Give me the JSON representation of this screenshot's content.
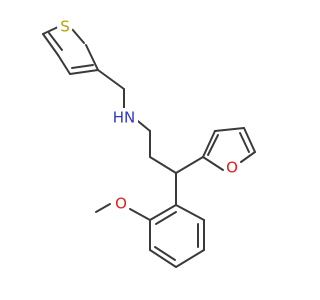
{
  "atoms": {
    "sulfur": {
      "label": "S",
      "color": "#b8a200"
    },
    "nitrogen": {
      "label": "HN",
      "color": "#2e36c9"
    },
    "furan_oxygen": {
      "label": "O",
      "color": "#e0201b"
    },
    "methoxy_oxygen": {
      "label": "O",
      "color": "#e0201b"
    }
  },
  "bond_color": "#3a3a3a"
}
